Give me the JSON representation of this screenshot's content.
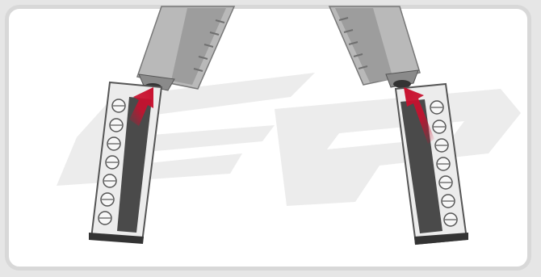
{
  "figure": {
    "logo_text": "EP",
    "colors": {
      "background": "#e6e6e6",
      "panel": "#ffffff",
      "panel_border": "#d8d8d8",
      "logo_watermark": "#ececec",
      "device_body": "#b9b9b9",
      "device_stripe": "#8f8f8f",
      "cartridge_frame": "#ececec",
      "cartridge_slot": "#4a4a4a",
      "arrow": "#c8102e"
    },
    "left_assembly": {
      "arrow_direction": "up-right"
    },
    "right_assembly": {
      "arrow_direction": "up-left"
    }
  }
}
